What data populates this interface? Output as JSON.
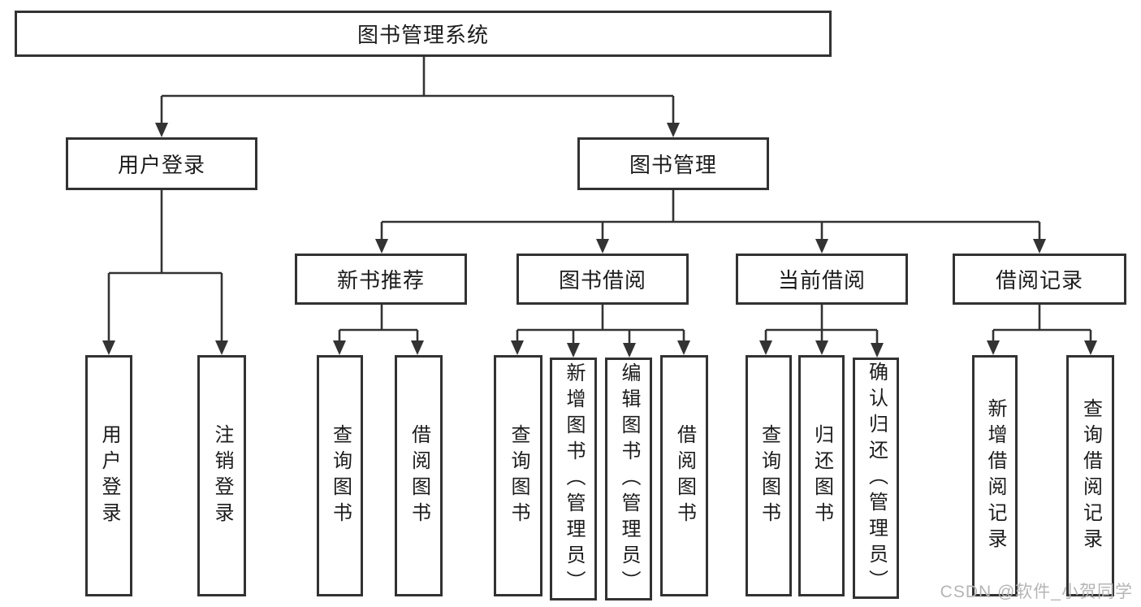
{
  "tree": {
    "root": "图书管理系统",
    "user_login": {
      "label": "用户登录",
      "children": [
        "用户登录",
        "注销登录"
      ]
    },
    "book_mgmt": {
      "label": "图书管理",
      "sections": [
        {
          "label": "新书推荐",
          "children": [
            "查询图书",
            "借阅图书"
          ]
        },
        {
          "label": "图书借阅",
          "children": [
            "查询图书",
            "新增图书（管理员）",
            "编辑图书（管理员）",
            "借阅图书"
          ]
        },
        {
          "label": "当前借阅",
          "children": [
            "查询图书",
            "归还图书",
            "确认归还（管理员）"
          ]
        },
        {
          "label": "借阅记录",
          "children": [
            "新增借阅记录",
            "查询借阅记录"
          ]
        }
      ]
    }
  },
  "watermark": {
    "text": "CSDN @软件_小贺同学"
  },
  "colors": {
    "line": "#333333",
    "box_border": "#323232",
    "text": "#1c1c1c",
    "watermark": "#b5b5b5",
    "background": "#ffffff"
  }
}
